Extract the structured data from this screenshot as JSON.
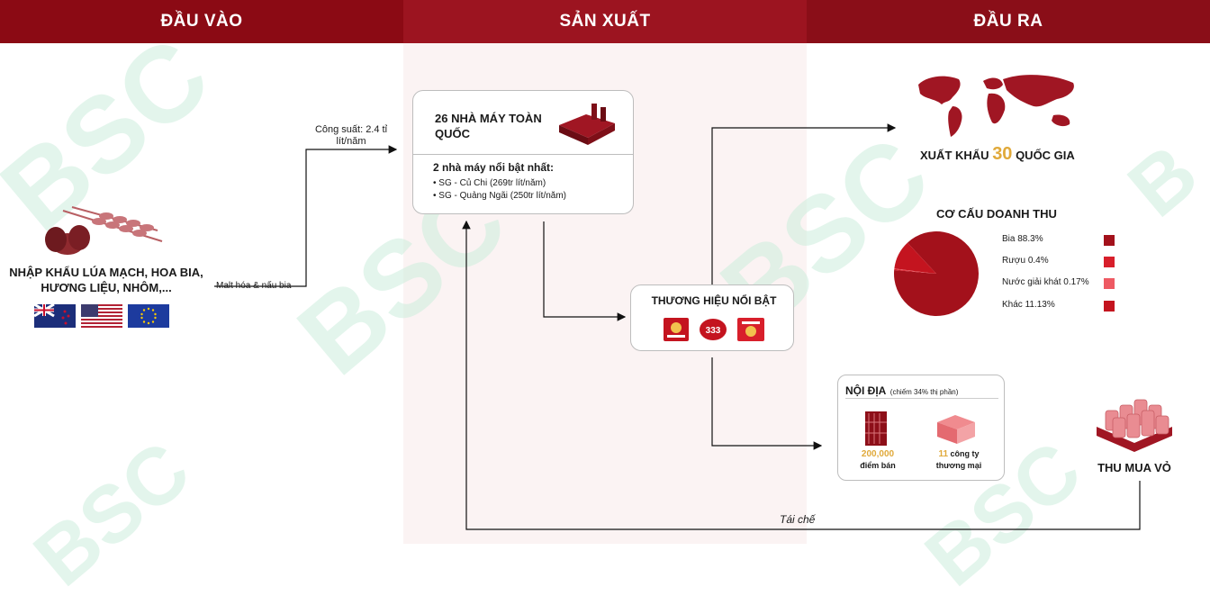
{
  "header": {
    "col1": "ĐẦU VÀO",
    "col2": "SẢN XUẤT",
    "col3": "ĐẦU RA",
    "colors": {
      "col1": "#8b0a14",
      "col2": "#a01623",
      "col3": "#8d0f19"
    }
  },
  "input": {
    "title": "NHẬP KHẨU LÚA MẠCH, HOA BIA, HƯƠNG LIỆU, NHÔM,...",
    "flags": [
      "nz-flag-icon",
      "us-flag-icon",
      "eu-flag-icon"
    ],
    "icon": "barley-hops-icon"
  },
  "process": {
    "capacity": "Công suất: 2.4 tỉ lít/năm",
    "malting": "Malt hóa & nấu bia",
    "recycle": "Tái chế"
  },
  "factories": {
    "title": "26 NHÀ MÁY TOÀN QUỐC",
    "icon": "factory-icon",
    "highlight_title": "2 nhà máy nổi bật nhất:",
    "items": [
      "SG - Củ Chi (269tr lít/năm)",
      "SG - Quảng Ngãi (250tr lít/năm)"
    ]
  },
  "brands": {
    "title": "THƯƠNG HIỆU NỔI BẬT",
    "logos": [
      "saigon-beer-logo",
      "333-beer-logo",
      "lac-viet-logo"
    ]
  },
  "export": {
    "prefix": "XUẤT KHẨU",
    "number": "30",
    "suffix": "QUỐC GIA",
    "icon": "world-map-icon"
  },
  "revenue": {
    "title": "CƠ CẤU DOANH THU"
  },
  "chart_data": {
    "type": "pie",
    "title": "CƠ CẤU DOANH THU",
    "slices": [
      {
        "label": "Bia 88.3%",
        "value": 88.3,
        "color": "#a3111b"
      },
      {
        "label": "Rượu 0.4%",
        "value": 0.4,
        "color": "#d81f2b"
      },
      {
        "label": "Nước giải khát 0.17%",
        "value": 0.17,
        "color": "#ee5a63"
      },
      {
        "label": "Khác 11.13%",
        "value": 11.13,
        "color": "#c4141f"
      }
    ],
    "legend": "right"
  },
  "domestic": {
    "title": "NỘI ĐỊA",
    "share": "(chiếm 34% thị phần)",
    "stat1_value": "200,000",
    "stat1_label": "điểm bán",
    "stat2_value": "11",
    "stat2_label_a": "công ty",
    "stat2_label_b": "thương mại",
    "accent": "#e0a93a"
  },
  "collect": {
    "title": "THU MUA VỎ",
    "icon": "cans-stack-icon"
  }
}
